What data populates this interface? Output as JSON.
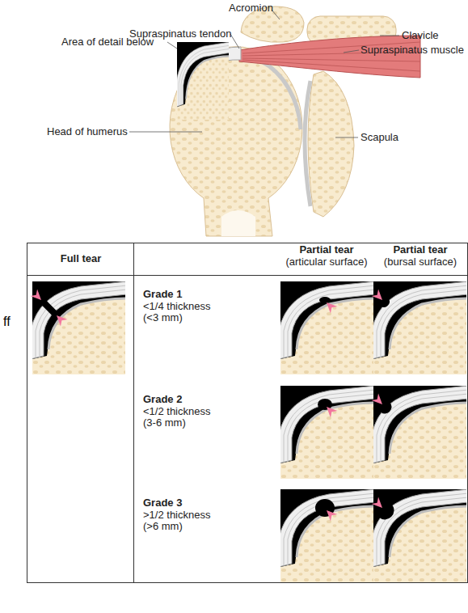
{
  "diagram": {
    "labels": [
      "Acromion",
      "Supraspinatus tendon",
      "Clavicle",
      "Area of detail below",
      "Supraspinatus muscle",
      "Head of humerus",
      "Scapula",
      "Full tear",
      "Partial tear",
      "(articular surface)",
      "Partial tear",
      "(bursal surface)",
      "Grade 1",
      "<1/4 thickness",
      "(<3 mm)",
      "Grade 2",
      "<1/2 thickness",
      "(3-6 mm)",
      "Grade 3",
      ">1/2 thickness",
      "(>6 mm)",
      "ff"
    ]
  }
}
